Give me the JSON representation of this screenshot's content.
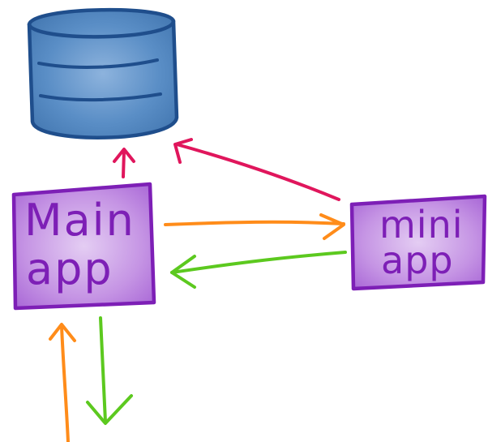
{
  "diagram": {
    "database": {
      "icon": "database-cylinder-icon"
    },
    "main_app": {
      "line1": "Main",
      "line2": "app"
    },
    "mini_app": {
      "line1": "mini",
      "line2": "app"
    }
  },
  "colors": {
    "database_fill": "#4a7fb8",
    "database_stroke": "#1f4e8c",
    "box_fill": "#b77fdc",
    "box_stroke": "#7d1fb6",
    "arrow_red": "#e0165c",
    "arrow_orange": "#ff8c1a",
    "arrow_green": "#5cc91f"
  }
}
